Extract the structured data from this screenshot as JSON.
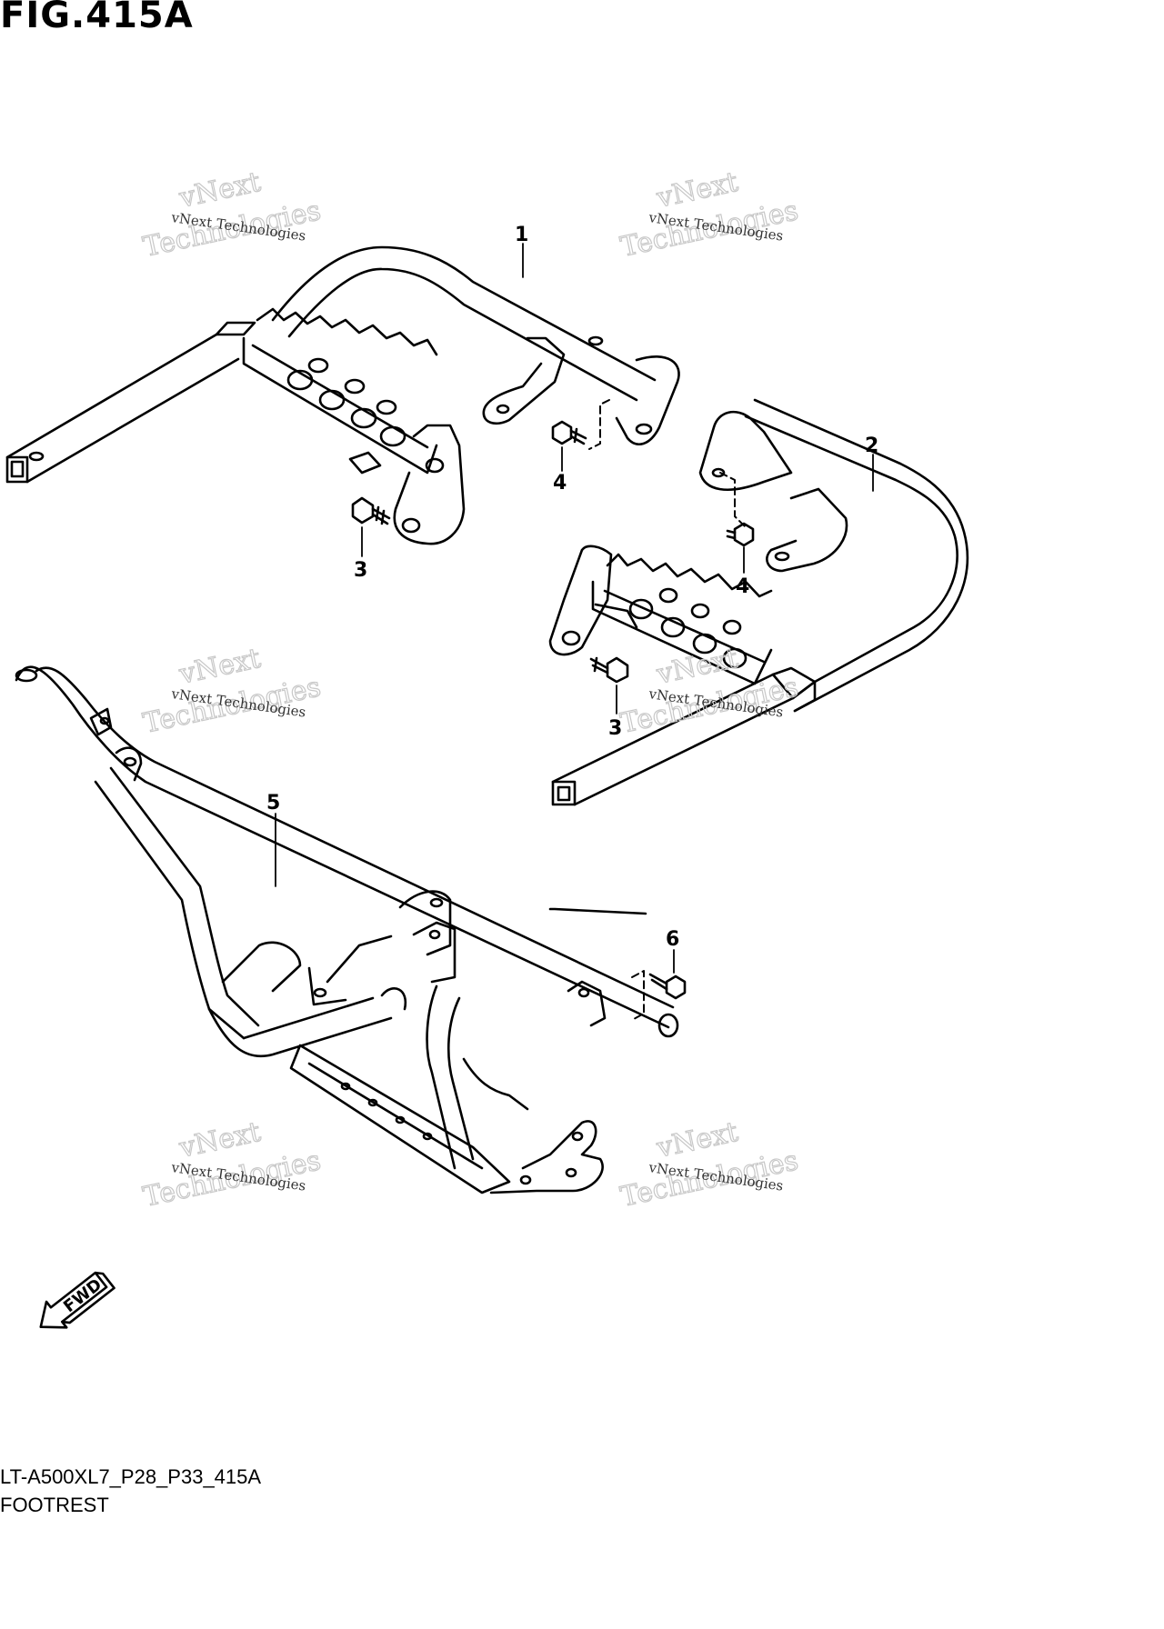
{
  "header": {
    "figure_title": "FIG.415A"
  },
  "callouts": [
    "1",
    "2",
    "3",
    "4",
    "4",
    "3",
    "5",
    "6"
  ],
  "watermark": {
    "small_text": "vNext Technologies",
    "big_line1": "vNext",
    "big_line2": "Technologies"
  },
  "fwd_label": "FWD",
  "footer": {
    "code": "LT-A500XL7_P28_P33_415A",
    "description": "FOOTREST"
  }
}
